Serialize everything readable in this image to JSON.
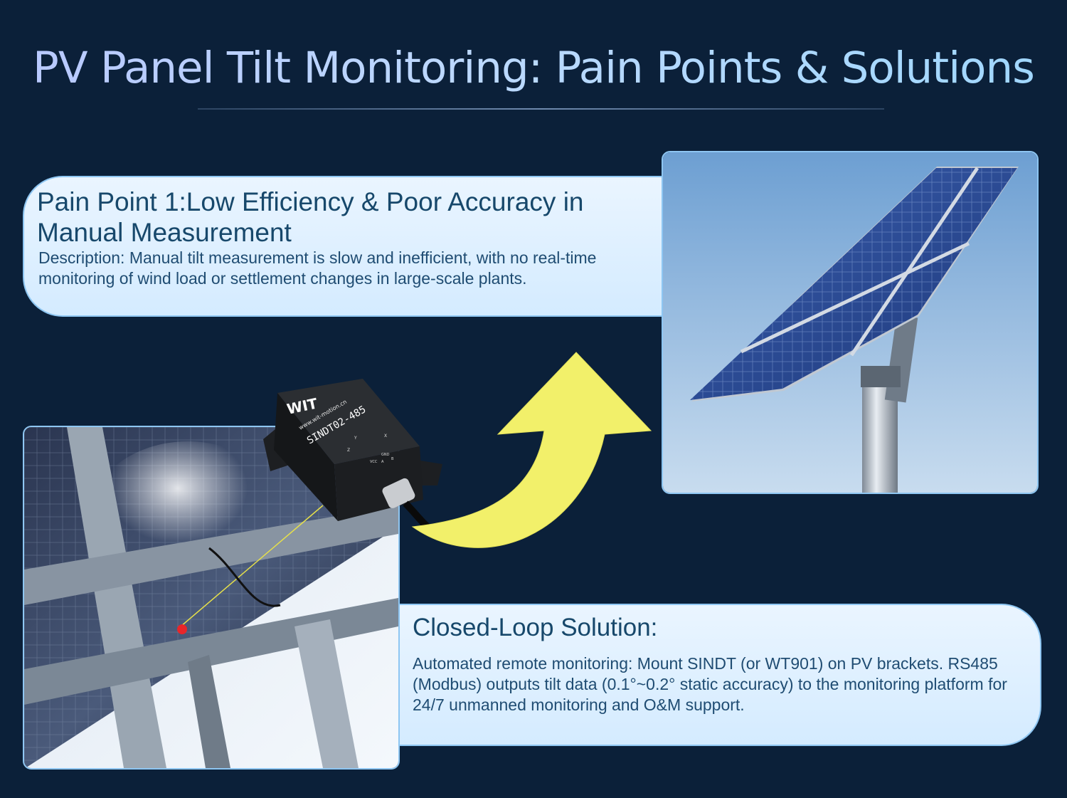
{
  "title": "PV Panel Tilt Monitoring: Pain Points & Solutions",
  "pain_point": {
    "title": "Pain Point 1:Low Efficiency & Poor Accuracy in Manual Measurement",
    "description": "Description: Manual tilt measurement is slow and inefficient, with no real-time monitoring of wind load or settlement changes in large-scale plants."
  },
  "solution": {
    "title": "Closed-Loop Solution:",
    "description": "Automated remote monitoring: Mount SINDT (or WT901) on PV brackets. RS485 (Modbus) outputs tilt data (0.1°~0.2° static accuracy) to the monitoring platform for 24/7 unmanned monitoring and O&M support."
  },
  "sensor": {
    "brand": "WIT",
    "url": "www.wit-motion.cn",
    "model": "SINDT02-485",
    "axes": [
      "Y",
      "X",
      "Z"
    ],
    "pins": [
      "VCC",
      "GND",
      "A",
      "B"
    ]
  },
  "colors": {
    "background": "#0b2039",
    "card_fill": "#dcefff",
    "card_border": "#8ec6f2",
    "arrow": "#f2f06a",
    "text": "#17486b"
  },
  "icons": [
    "curved-arrow-icon"
  ]
}
